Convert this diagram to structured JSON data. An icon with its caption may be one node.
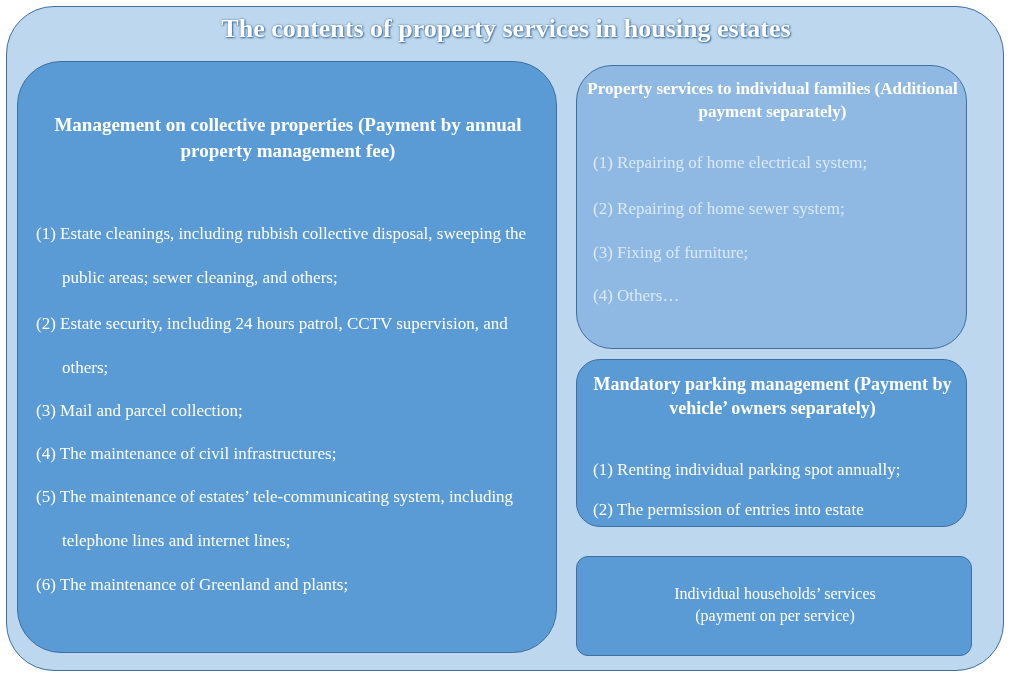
{
  "diagram": {
    "nodes": [
      {
        "text": [
          "The contents of property services in housing estates"
        ]
      },
      {
        "text": [
          "Management on collective properties (Payment by annual property management fee)",
          "(1) Estate cleanings, including rubbish collective disposal, sweeping the public areas; sewer cleaning, and others;",
          "(2) Estate security, including 24 hours patrol, CCTV supervision, and others;",
          "(3) Mail and parcel collection;",
          "(4) The maintenance of civil infrastructures;",
          "(5) The maintenance of estates’ tele-communicating system, including telephone lines and internet lines;",
          "(6) The maintenance of Greenland and plants;"
        ],
        "in": 0
      },
      {
        "text": [
          "Property services to individual families (Additional payment separately)",
          "(1) Repairing of home electrical system;",
          "(2) Repairing of home sewer system;",
          "(3) Fixing of furniture;",
          "(4) Others…"
        ],
        "in": 0
      },
      {
        "text": [
          "Mandatory parking management (Payment by vehicle’ owners separately)",
          "(1) Renting individual parking spot annually;",
          "(2) The permission of entries into estate"
        ],
        "in": 0
      },
      {
        "text": [
          "Individual households’ services (payment on per service)"
        ],
        "in": 0
      }
    ]
  }
}
